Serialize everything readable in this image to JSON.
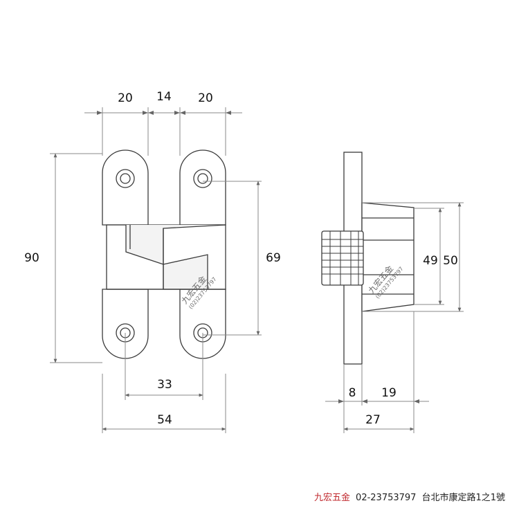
{
  "front_view": {
    "dims": {
      "top_left_width": "20",
      "top_gap": "14",
      "top_right_width": "20",
      "total_height": "90",
      "hole_spacing_vertical": "69",
      "hole_spacing_horizontal": "33",
      "total_width": "54"
    }
  },
  "side_view": {
    "dims": {
      "body_height_inner": "49",
      "body_height_outer": "50",
      "plate_thickness": "8",
      "body_depth": "19",
      "total_depth": "27"
    }
  },
  "watermark": {
    "brand": "九宏五金",
    "phone": "(02)23753797"
  },
  "footer": {
    "brand": "九宏五金",
    "phone": "02-23753797",
    "address": "台北市康定路1之1號"
  },
  "colors": {
    "line": "#3a3a3a",
    "dimension": "#7a7a7a",
    "brand": "#c0282d"
  }
}
